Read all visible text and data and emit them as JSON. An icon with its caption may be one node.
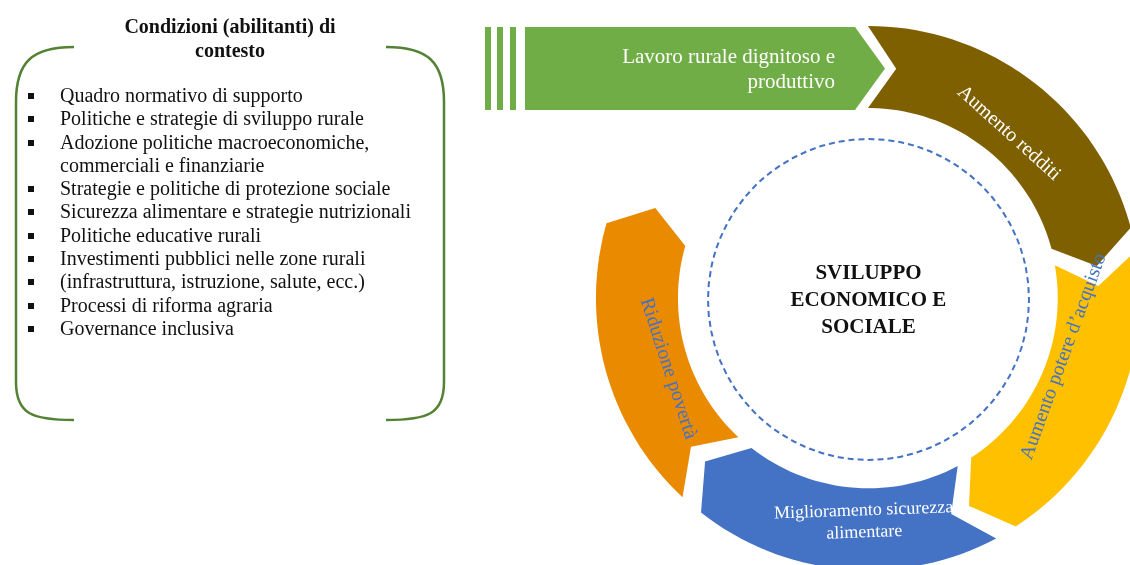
{
  "diagram": {
    "nodes": [
      {
        "text": [
          "Condizioni (abilitanti) di contesto",
          "Quadro normativo di supporto",
          "Politiche e strategie di sviluppo rurale",
          "Adozione politiche macroeconomiche, commerciali e finanziarie",
          "Strategie e politiche di protezione sociale",
          "Sicurezza alimentare e strategie nutrizionali",
          "Politiche educative rurali",
          "Investimenti pubblici nelle zone rurali",
          "(infrastruttura, istruzione, salute, ecc.)",
          "Processi di riforma agraria",
          "Governance inclusiva"
        ]
      },
      {
        "text": [
          "Lavoro rurale dignitoso e produttivo"
        ]
      },
      {
        "text": [
          "Aumento redditi"
        ]
      },
      {
        "text": [
          "Aumento potere d’acquisto"
        ]
      },
      {
        "text": [
          "Miglioramento sicurezza alimentare"
        ]
      },
      {
        "text": [
          "Riduzione povertà"
        ]
      },
      {
        "text": [
          "SVILUPPO ECONOMICO E SOCIALE"
        ]
      }
    ]
  }
}
